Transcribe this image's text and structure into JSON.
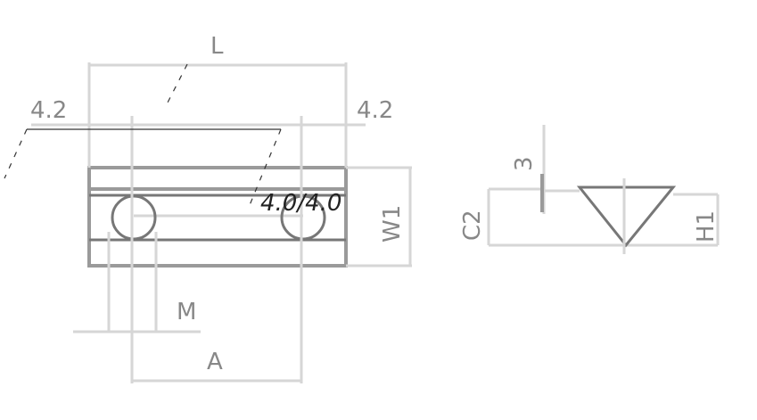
{
  "drawing": {
    "labels": {
      "length": "L",
      "tolerance_left": "4.2",
      "tolerance_right": "4.2",
      "leader_text": "4.0/4.0",
      "width": "W1",
      "thread": "M",
      "hole_spacing": "A",
      "side_top": "3",
      "side_left": "C2",
      "side_right": "H1"
    }
  }
}
